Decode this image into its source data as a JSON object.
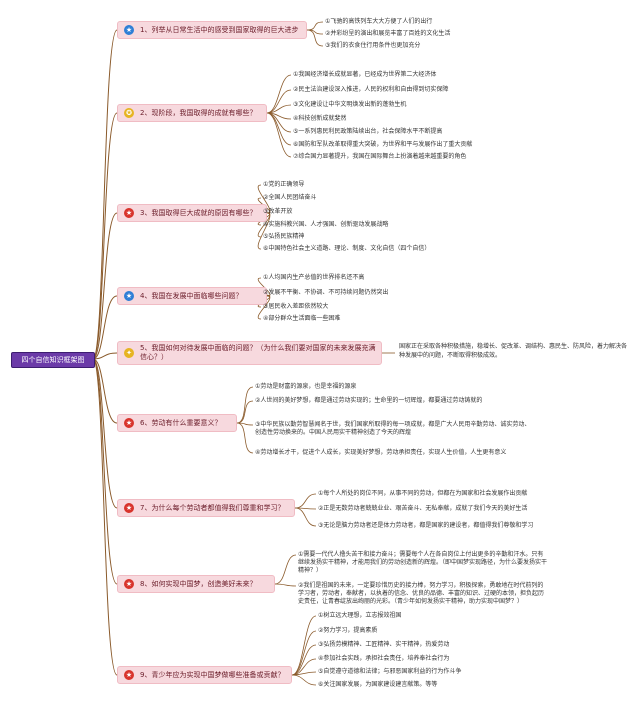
{
  "root": {
    "label": "四个自信知识框架图"
  },
  "questions": [
    {
      "label": "1、列举从日常生活中的感受到国家取得的巨大进步",
      "icon": "star-icon",
      "leaves": [
        "①飞驰的高铁列车大大方便了人们的出行",
        "②并彩纷呈的演出和展览丰富了百姓的文化生活",
        "③我们的衣食住行用条件也更加充分"
      ]
    },
    {
      "label": "2、现阶段，我国取得的成就有哪些？",
      "icon": "medal-icon",
      "leaves": [
        "①我国经济增长成就显著，已经成为世界第二大经济体",
        "②民主法治建设深入推进，人民的权利和自由得到切实保障",
        "③文化建设让中华文明焕发出新的蓬勃生机",
        "④科技创新成就斐然",
        "⑤一系列惠民利民政策陆续出台，社会保障水平不断提高",
        "⑥国防和军队改革取得重大突破，为世界和平与发展作出了重大贡献",
        "⑦综合国力显著提升，我国在国际舞台上扮演着越来越重要的角色"
      ]
    },
    {
      "label": "3、我国取得巨大成就的原因有哪些？",
      "icon": "star-icon",
      "leaves": [
        "①党的正确领导",
        "②全国人民团结奋斗",
        "③改革开放",
        "④实施科教兴国、人才强国、创新驱动发展战略",
        "⑤弘扬民族精神",
        "⑥中国特色社会主义道路、理论、制度、文化自信（四个自信）"
      ]
    },
    {
      "label": "4、我国在发展中面临哪些问题？",
      "icon": "star-icon",
      "leaves": [
        "①人均国内生产总值的世界排名还不高",
        "②发展不平衡、不协调、不可持续问题仍然突出",
        "③居民收入差距依然较大",
        "④部分群众生活面临一些困难"
      ]
    },
    {
      "label": "5、我国如何对待发展中面临的问题？（为什么我们要对国家的未来发展充满信心？）",
      "icon": "lightbulb-icon",
      "note": "国家正在采取各种积极措施，稳增长、促改革、调结构、惠民生、防风险，着力解决各种发展中的问题，不断取得积极成效。"
    },
    {
      "label": "6、劳动有什么重要意义？",
      "icon": "star-icon",
      "leaves": [
        "①劳动是财富的源泉，也是幸福的源泉",
        "②人世间的美好梦想，都是通过劳动实现的；生命里的一切辉煌，都要通过劳动铸就的",
        "③中华民族以勤劳智慧闻名于世，我们国家所取得的每一项成就，都是广大人民用辛勤劳动、诚实劳动、创造性劳动换来的。中国人民用实干精神创造了今天的辉煌",
        "④劳动增长才干，促进个人成长，实现美好梦想，劳动承担责任，实现人生价值，人生更有意义"
      ]
    },
    {
      "label": "7、为什么每个劳动者都值得我们尊重和学习？",
      "icon": "star-icon",
      "leaves": [
        "①每个人所处的岗位不同，从事不同的劳动，但都在为国家和社会发展作出贡献",
        "②正是无数劳动者兢兢业业、艰苦奋斗、无私奉献，成就了我们今天的美好生活",
        "③无论是脑力劳动者还是体力劳动者，都是国家的建设者，都值得我们尊敬和学习"
      ]
    },
    {
      "label": "8、如何实现中国梦，创造美好未来？",
      "icon": "star-icon",
      "leaves": [
        "①需要一代代人撸头苦干和接力奋斗；需要每个人在各自岗位上付出更多的辛勤和汗水。只有继续发扬实干精神，才能用我们的劳动创造新的辉煌。（即中国梦实现路径，为什么要发扬实干精神？）",
        "②我们是祖国的未来，一定要珍惜历史的接力棒，努力学习，积极探索，勇敢地在时代前列的学习者，劳动者，奉献者，以执着的信念、优良的品德、丰富的知识、过硬的本领，担负起历史责任，让青春绽放出绚丽的光彩。（青少年如何发扬实干精神，助力实现中国梦？）"
      ]
    },
    {
      "label": "9、青少年应为实现中国梦做哪些准备或贡献？",
      "icon": "star-icon",
      "leaves": [
        "①树立远大理想，立志报效祖国",
        "②努力学习，提高素质",
        "③弘扬劳模精神、工匠精神、实干精神，热爱劳动",
        "④参加社会实践，承担社会责任，培养奉社会行为",
        "⑤自觉遵守道德和法律；与邪恶国家利益的行为作斗争",
        "⑥关注国家发展，为国家建设建言献策。等等"
      ]
    }
  ],
  "colors": {
    "root_bg": "#6b3aa8",
    "question_bg": "#f7d9de",
    "line": "#8a5a2b"
  }
}
